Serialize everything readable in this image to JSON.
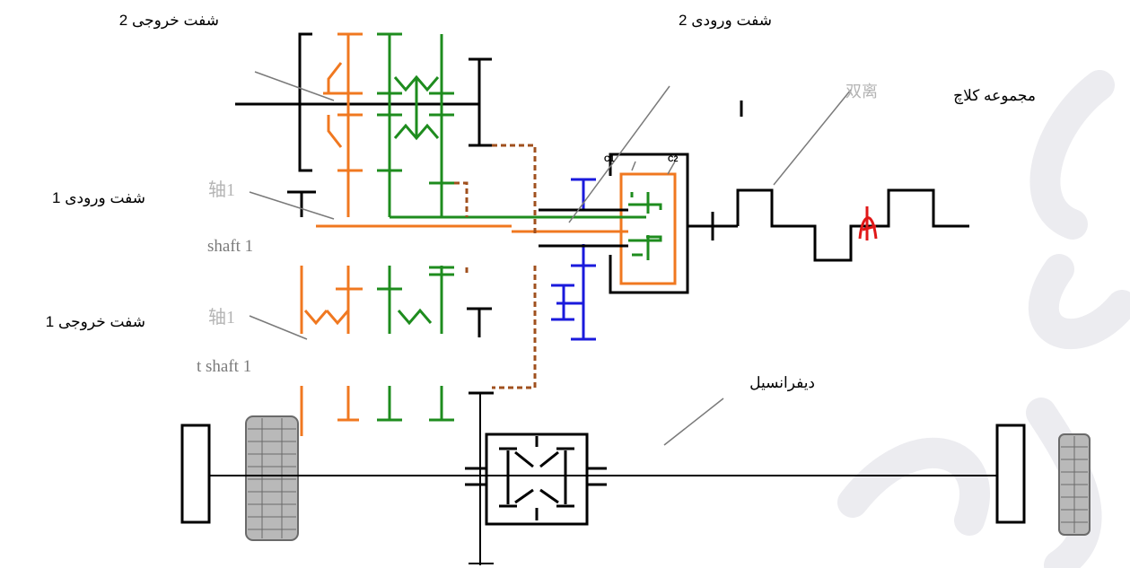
{
  "labels": {
    "output_shaft_2": "شفت خروجی 2",
    "input_shaft_2": "شفت ورودی  2",
    "clutch_assembly": "مجموعه کلاچ",
    "input_shaft_1": "شفت ورودی 1",
    "output_shaft_1": "شفت خروجی 1",
    "differential": "دیفرانسیل"
  },
  "original_labels": {
    "clutch_partial": "双离",
    "input_axis_cn": "轴1",
    "input_shaft_en": "shaft 1",
    "output_axis_cn": "轴1",
    "output_shaft_en": "t shaft 1",
    "c1": "C1",
    "c2": "C2"
  },
  "colors": {
    "orange": "#f07820",
    "green": "#1e8c1e",
    "blue": "#1a1adc",
    "brown": "#a0501e",
    "red": "#e01818",
    "black": "#000000",
    "watermark": "#ececf0"
  }
}
